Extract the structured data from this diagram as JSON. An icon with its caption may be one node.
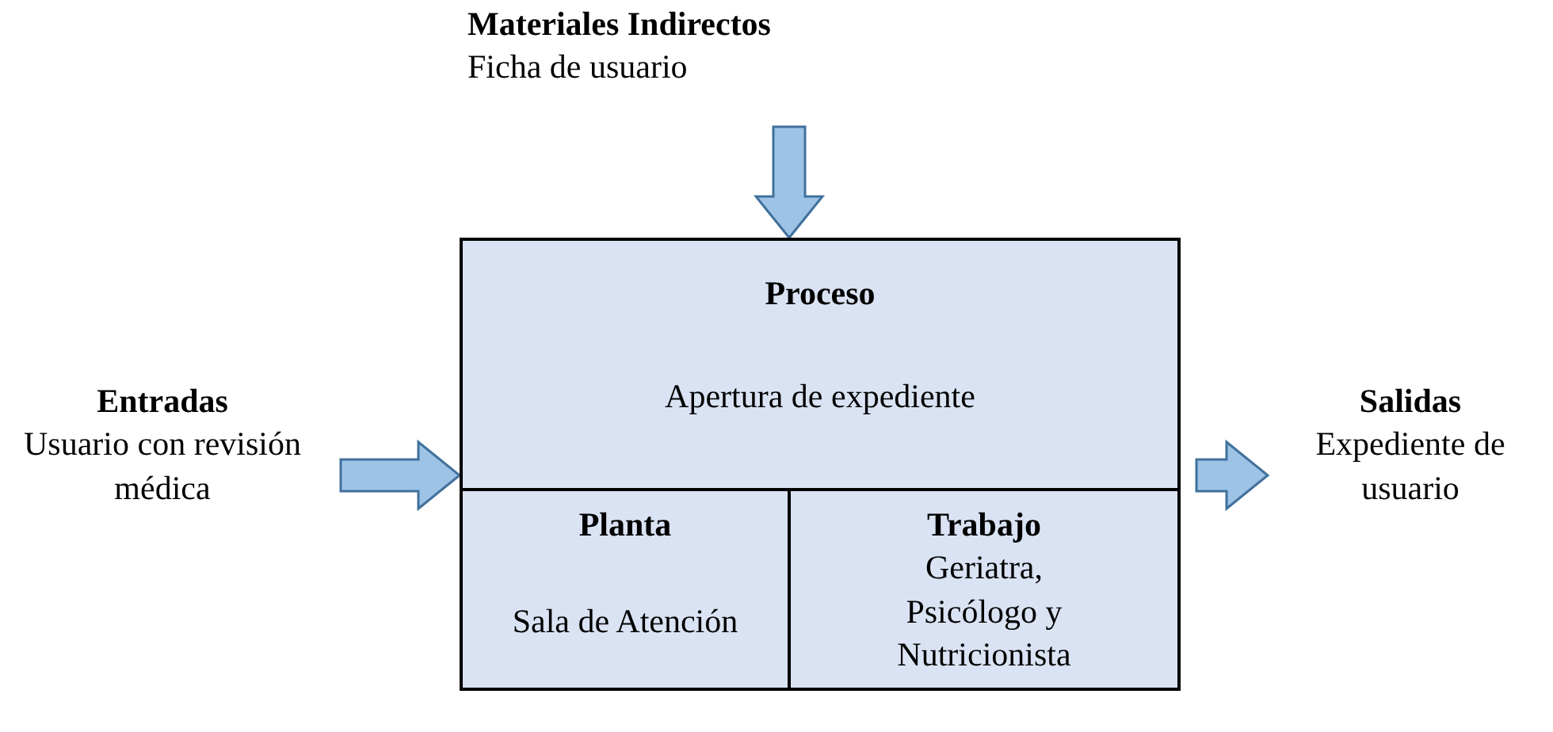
{
  "diagram": {
    "nodes": [
      {
        "text": [
          "Materiales Indirectos",
          "Ficha de usuario"
        ]
      },
      {
        "text": [
          "Proceso",
          "Apertura de expediente"
        ]
      },
      {
        "text": [
          "Planta",
          "Sala de Atención"
        ]
      },
      {
        "text": [
          "Trabajo",
          "Geriatra, Psicólogo y Nutricionista"
        ]
      },
      {
        "text": [
          "Entradas",
          "Usuario con revisión médica"
        ]
      },
      {
        "text": [
          "Salidas",
          "Expediente de usuario"
        ]
      }
    ],
    "edges": [
      {
        "from": 0,
        "to": 1,
        "arrow": "to"
      },
      {
        "from": 4,
        "to": 1,
        "arrow": "to"
      },
      {
        "from": 1,
        "to": 5,
        "arrow": "to"
      }
    ]
  }
}
